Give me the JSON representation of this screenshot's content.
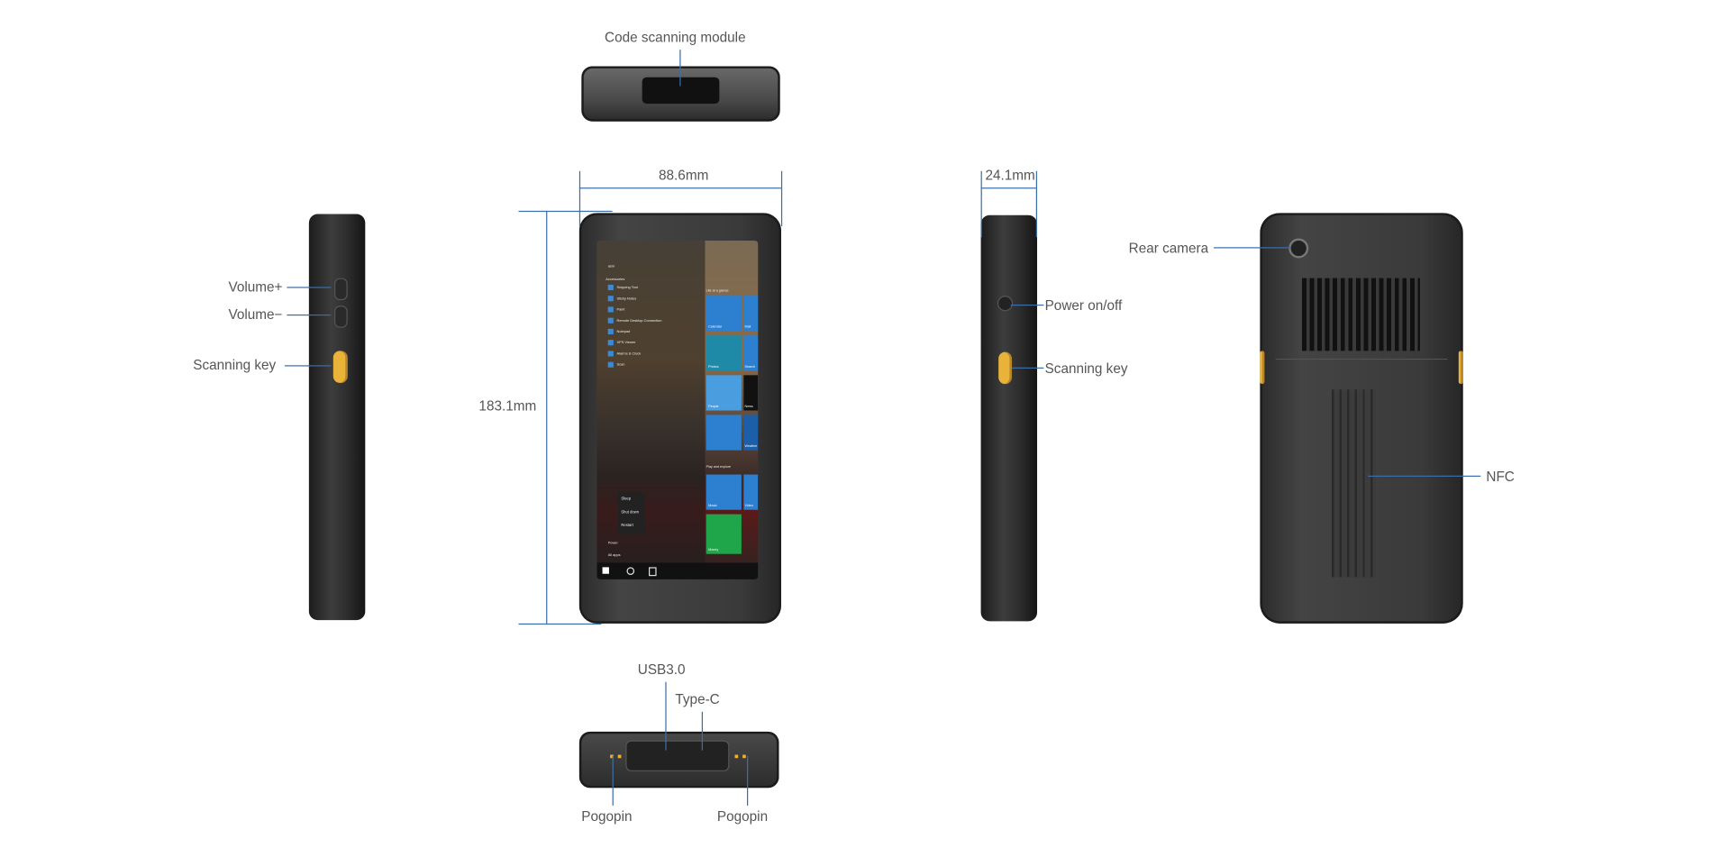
{
  "labels": {
    "top": "Code scanning module",
    "width": "88.6mm",
    "height": "183.1mm",
    "depth": "24.1mm",
    "volume_up": "Volume+",
    "volume_down": "Volume−",
    "scan_left": "Scanning key",
    "power": "Power on/off",
    "scan_right": "Scanning key",
    "rear_camera": "Rear camera",
    "nfc": "NFC",
    "usb": "USB3.0",
    "typec": "Type-C",
    "pogo_left": "Pogopin",
    "pogo_right": "Pogopin"
  },
  "screen": {
    "user": "asm",
    "section": "Accessories",
    "apps": [
      "Snipping Tool",
      "Sticky Notes",
      "Paint",
      "Remote Desktop Connection",
      "Notepad",
      "XPS Viewer",
      "Alarms & Clock",
      "Scan"
    ],
    "group1": "Life at a glance",
    "group2": "Play and explore",
    "tiles": [
      "Calendar",
      "Mail",
      "Photos",
      "Search",
      "People",
      "News",
      "Weather",
      "Music",
      "Video",
      "Money"
    ],
    "power_menu": [
      "Sleep",
      "Shut down",
      "Restart"
    ],
    "power": "Power",
    "all_apps": "All apps"
  },
  "colors": {
    "accent_line": "#3b6ea8",
    "scan_key": "#e9b33a",
    "tile_blue": "#2d7fd0",
    "tile_green": "#1fa64a"
  }
}
